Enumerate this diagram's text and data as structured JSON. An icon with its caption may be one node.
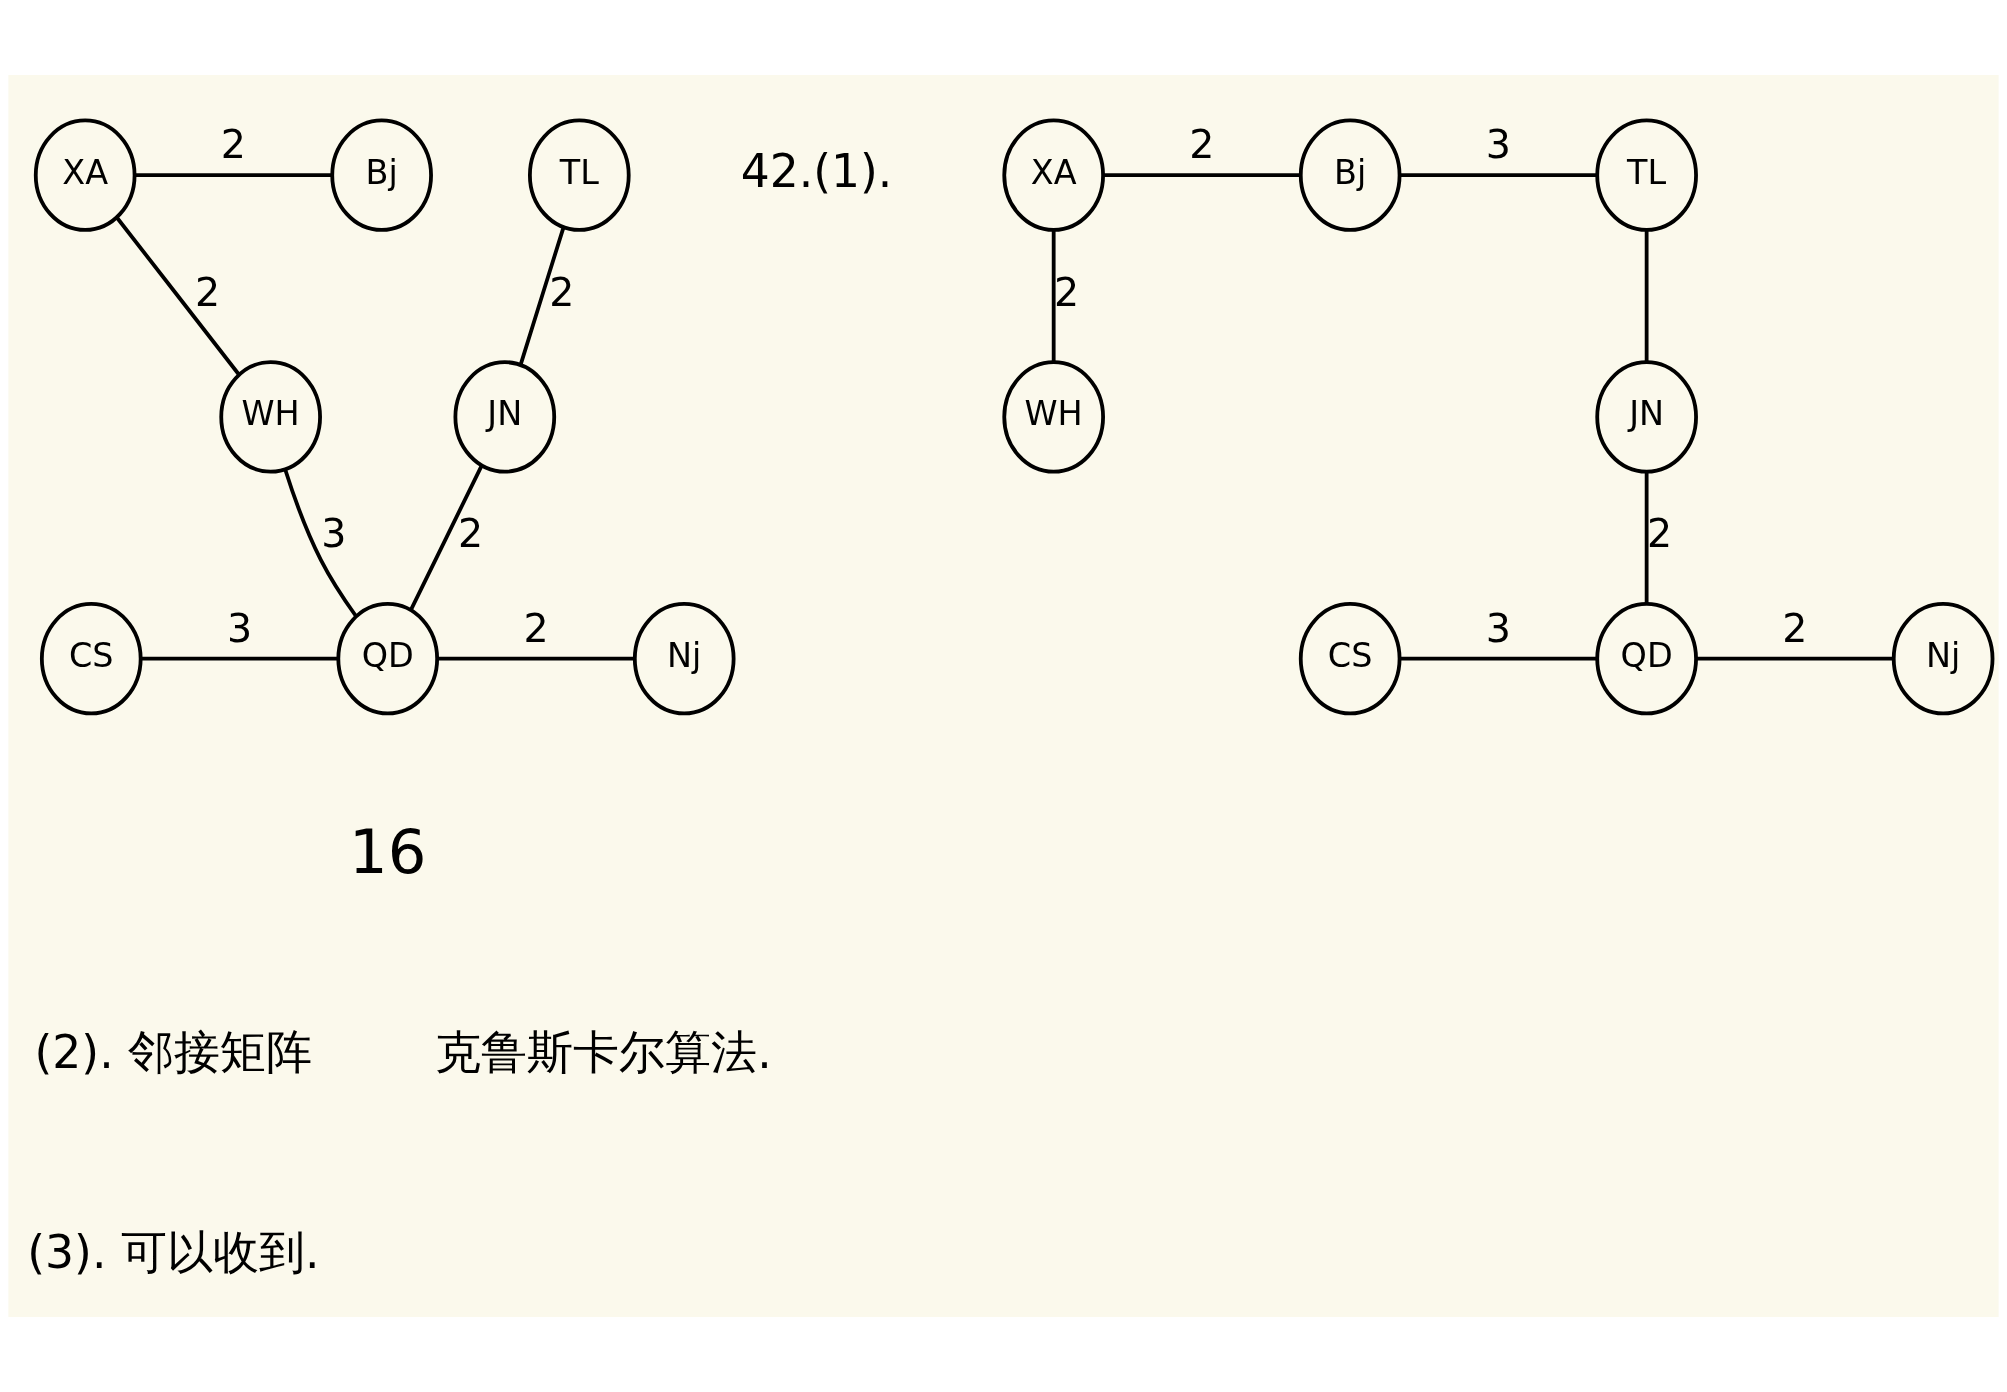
{
  "diagram": {
    "nodes": [
      {
        "text": [
          "XA"
        ]
      },
      {
        "text": [
          "Bj"
        ]
      },
      {
        "text": [
          "TL"
        ]
      },
      {
        "text": [
          "WH"
        ]
      },
      {
        "text": [
          "JN"
        ]
      },
      {
        "text": [
          "QD"
        ]
      },
      {
        "text": [
          "CS"
        ]
      },
      {
        "text": [
          "Nj"
        ]
      },
      {
        "text": [
          "XA"
        ]
      },
      {
        "text": [
          "Bj"
        ]
      },
      {
        "text": [
          "TL"
        ]
      },
      {
        "text": [
          "WH"
        ]
      },
      {
        "text": [
          "JN"
        ]
      },
      {
        "text": [
          "QD"
        ]
      },
      {
        "text": [
          "CS"
        ]
      },
      {
        "text": [
          "Nj"
        ]
      }
    ],
    "edges": [
      {
        "from": 0,
        "to": 1,
        "arrow": "none",
        "label": "2"
      },
      {
        "from": 0,
        "to": 3,
        "arrow": "none",
        "label": "2"
      },
      {
        "from": 2,
        "to": 4,
        "arrow": "none",
        "label": "2"
      },
      {
        "from": 3,
        "to": 5,
        "arrow": "none",
        "label": "3"
      },
      {
        "from": 4,
        "to": 5,
        "arrow": "none",
        "label": "2"
      },
      {
        "from": 6,
        "to": 5,
        "arrow": "none",
        "label": "3"
      },
      {
        "from": 5,
        "to": 7,
        "arrow": "none",
        "label": "2"
      },
      {
        "from": 8,
        "to": 9,
        "arrow": "none",
        "label": "2"
      },
      {
        "from": 9,
        "to": 10,
        "arrow": "none",
        "label": "3"
      },
      {
        "from": 8,
        "to": 11,
        "arrow": "none",
        "label": "2"
      },
      {
        "from": 10,
        "to": 12,
        "arrow": "none"
      },
      {
        "from": 12,
        "to": 13,
        "arrow": "none",
        "label": "2"
      },
      {
        "from": 14,
        "to": 13,
        "arrow": "none",
        "label": "3"
      },
      {
        "from": 13,
        "to": 15,
        "arrow": "none",
        "label": "2"
      }
    ],
    "labels": [
      "42.(1).",
      "16",
      "(2). 邻接矩阵",
      "克鲁斯卡尔算法.",
      "(3). 可以收到."
    ]
  }
}
